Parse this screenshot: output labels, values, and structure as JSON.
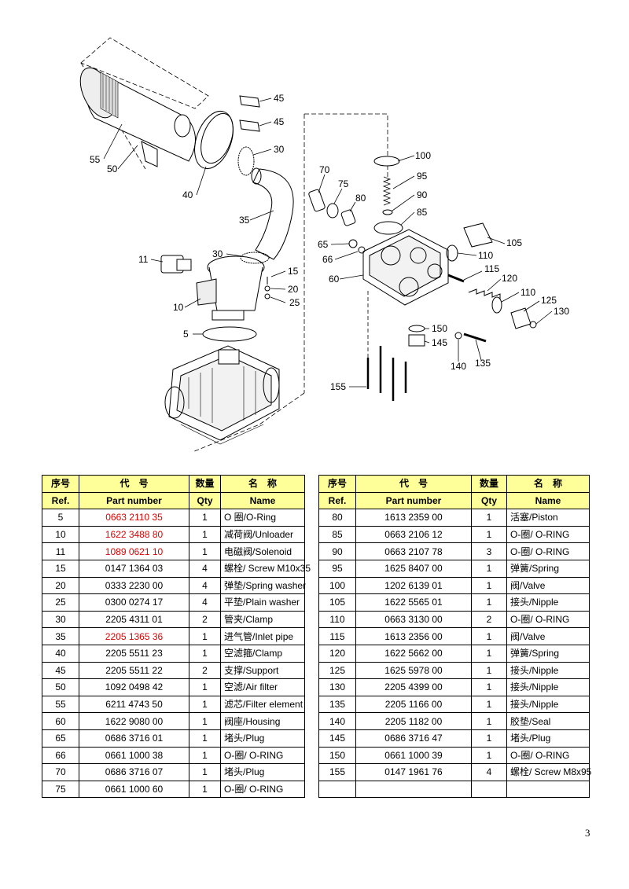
{
  "diagram": {
    "callouts": [
      {
        "n": "45"
      },
      {
        "n": "45"
      },
      {
        "n": "30"
      },
      {
        "n": "55"
      },
      {
        "n": "50"
      },
      {
        "n": "40"
      },
      {
        "n": "35"
      },
      {
        "n": "30"
      },
      {
        "n": "11"
      },
      {
        "n": "15"
      },
      {
        "n": "20"
      },
      {
        "n": "25"
      },
      {
        "n": "10"
      },
      {
        "n": "5"
      },
      {
        "n": "100"
      },
      {
        "n": "95"
      },
      {
        "n": "90"
      },
      {
        "n": "85"
      },
      {
        "n": "70"
      },
      {
        "n": "75"
      },
      {
        "n": "80"
      },
      {
        "n": "65"
      },
      {
        "n": "66"
      },
      {
        "n": "60"
      },
      {
        "n": "105"
      },
      {
        "n": "110"
      },
      {
        "n": "115"
      },
      {
        "n": "120"
      },
      {
        "n": "110"
      },
      {
        "n": "125"
      },
      {
        "n": "130"
      },
      {
        "n": "150"
      },
      {
        "n": "145"
      },
      {
        "n": "140"
      },
      {
        "n": "135"
      },
      {
        "n": "155"
      }
    ]
  },
  "table_header": {
    "ref_cn": "序号",
    "part_cn": "代　号",
    "qty_cn": "数量",
    "name_cn": "名　称",
    "ref_en": "Ref.",
    "part_en": "Part number",
    "qty_en": "Qty",
    "name_en": "Name"
  },
  "left_rows": [
    {
      "ref": "5",
      "part": "0663 2110 35",
      "qty": "1",
      "name": "O 圈/O-Ring",
      "highlight": true
    },
    {
      "ref": "10",
      "part": "1622 3488 80",
      "qty": "1",
      "name": "减荷阀/Unloader",
      "highlight": true
    },
    {
      "ref": "11",
      "part": "1089 0621 10",
      "qty": "1",
      "name": "电磁阀/Solenoid",
      "highlight": true
    },
    {
      "ref": "15",
      "part": "0147 1364 03",
      "qty": "4",
      "name": "螺栓/ Screw M10x35",
      "highlight": false
    },
    {
      "ref": "20",
      "part": "0333 2230 00",
      "qty": "4",
      "name": "弹垫/Spring washer",
      "highlight": false
    },
    {
      "ref": "25",
      "part": "0300 0274 17",
      "qty": "4",
      "name": "平垫/Plain washer",
      "highlight": false
    },
    {
      "ref": "30",
      "part": "2205 4311 01",
      "qty": "2",
      "name": "管夹/Clamp",
      "highlight": false
    },
    {
      "ref": "35",
      "part": "2205 1365 36",
      "qty": "1",
      "name": "进气管/Inlet pipe",
      "highlight": true
    },
    {
      "ref": "40",
      "part": "2205 5511 23",
      "qty": "1",
      "name": "空滤箍/Clamp",
      "highlight": false
    },
    {
      "ref": "45",
      "part": "2205 5511 22",
      "qty": "2",
      "name": "支撑/Support",
      "highlight": false
    },
    {
      "ref": "50",
      "part": "1092 0498 42",
      "qty": "1",
      "name": "空滤/Air filter",
      "highlight": false
    },
    {
      "ref": "55",
      "part": "6211 4743 50",
      "qty": "1",
      "name": "滤芯/Filter element",
      "highlight": false
    },
    {
      "ref": "60",
      "part": "1622 9080 00",
      "qty": "1",
      "name": "阀座/Housing",
      "highlight": false
    },
    {
      "ref": "65",
      "part": "0686 3716 01",
      "qty": "1",
      "name": "堵头/Plug",
      "highlight": false
    },
    {
      "ref": "66",
      "part": "0661 1000 38",
      "qty": "1",
      "name": "O-圈/ O-RING",
      "highlight": false
    },
    {
      "ref": "70",
      "part": "0686 3716 07",
      "qty": "1",
      "name": "堵头/Plug",
      "highlight": false
    },
    {
      "ref": "75",
      "part": "0661 1000 60",
      "qty": "1",
      "name": "O-圈/ O-RING",
      "highlight": false
    }
  ],
  "right_rows": [
    {
      "ref": "80",
      "part": "1613 2359 00",
      "qty": "1",
      "name": "活塞/Piston"
    },
    {
      "ref": "85",
      "part": "0663 2106 12",
      "qty": "1",
      "name": "O-圈/ O-RING"
    },
    {
      "ref": "90",
      "part": "0663 2107 78",
      "qty": "3",
      "name": "O-圈/ O-RING"
    },
    {
      "ref": "95",
      "part": "1625 8407 00",
      "qty": "1",
      "name": "弹簧/Spring"
    },
    {
      "ref": "100",
      "part": "1202 6139 01",
      "qty": "1",
      "name": "阀/Valve"
    },
    {
      "ref": "105",
      "part": "1622 5565 01",
      "qty": "1",
      "name": "接头/Nipple"
    },
    {
      "ref": "110",
      "part": "0663 3130 00",
      "qty": "2",
      "name": "O-圈/ O-RING"
    },
    {
      "ref": "115",
      "part": "1613 2356 00",
      "qty": "1",
      "name": "阀/Valve"
    },
    {
      "ref": "120",
      "part": "1622 5662 00",
      "qty": "1",
      "name": "弹簧/Spring"
    },
    {
      "ref": "125",
      "part": "1625 5978 00",
      "qty": "1",
      "name": "接头/Nipple"
    },
    {
      "ref": "130",
      "part": "2205 4399 00",
      "qty": "1",
      "name": "接头/Nipple"
    },
    {
      "ref": "135",
      "part": "2205 1166 00",
      "qty": "1",
      "name": "接头/Nipple"
    },
    {
      "ref": "140",
      "part": "2205 1182 00",
      "qty": "1",
      "name": "胶垫/Seal"
    },
    {
      "ref": "145",
      "part": "0686 3716 47",
      "qty": "1",
      "name": "堵头/Plug"
    },
    {
      "ref": "150",
      "part": "0661 1000 39",
      "qty": "1",
      "name": "O-圈/ O-RING"
    },
    {
      "ref": "155",
      "part": "0147 1961 76",
      "qty": "4",
      "name": "螺栓/ Screw M8x95"
    },
    {
      "ref": "",
      "part": "",
      "qty": "",
      "name": ""
    }
  ],
  "colors": {
    "header_fill": "#ffff99",
    "highlight_text": "#e00000"
  },
  "page_number": "3"
}
